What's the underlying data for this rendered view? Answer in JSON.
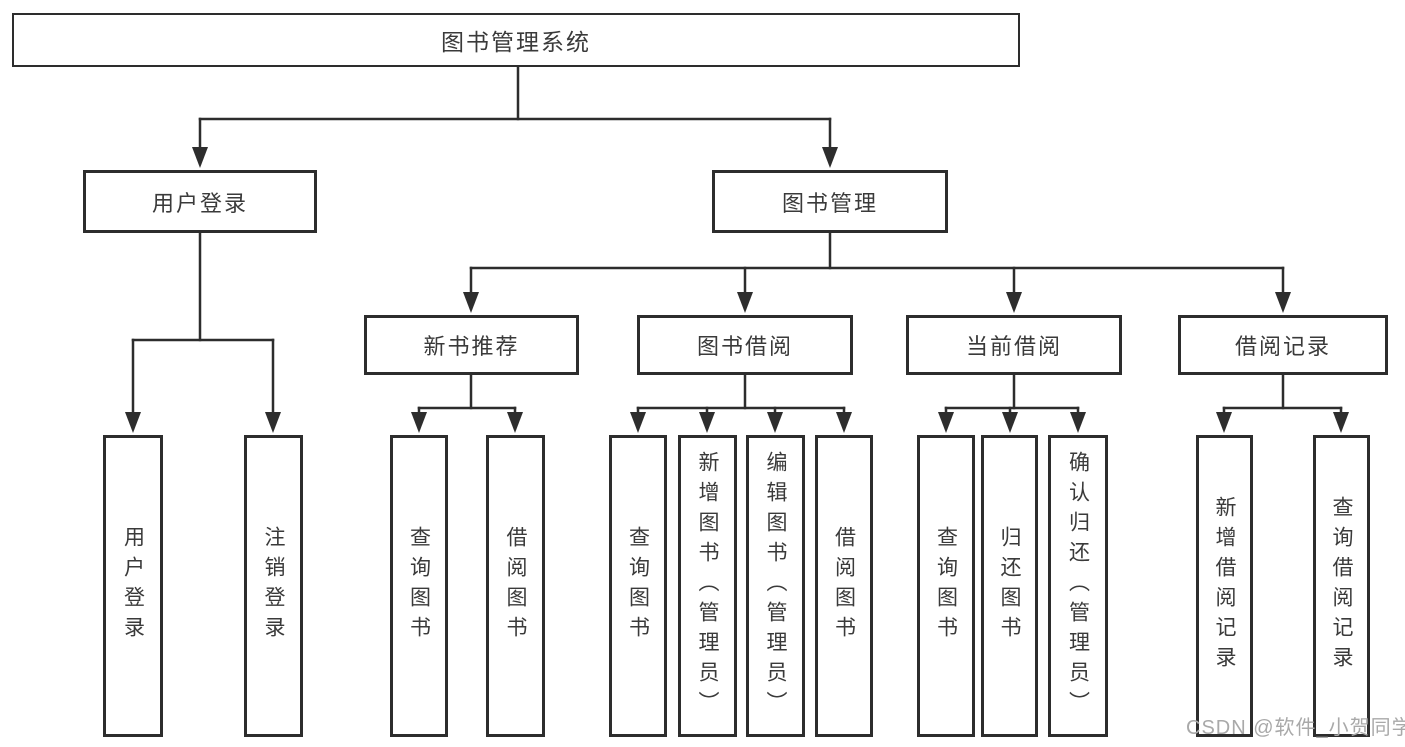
{
  "diagram_title": "图书管理系统",
  "tree": {
    "root": {
      "label": "图书管理系统"
    },
    "branches": [
      {
        "label": "用户登录",
        "children": [
          {
            "label": "用户登录"
          },
          {
            "label": "注销登录"
          }
        ]
      },
      {
        "label": "图书管理",
        "children": [
          {
            "label": "新书推荐",
            "children": [
              {
                "label": "查询图书"
              },
              {
                "label": "借阅图书"
              }
            ]
          },
          {
            "label": "图书借阅",
            "children": [
              {
                "label": "查询图书"
              },
              {
                "label": "新增图书（管理员）"
              },
              {
                "label": "编辑图书（管理员）"
              },
              {
                "label": "借阅图书"
              }
            ]
          },
          {
            "label": "当前借阅",
            "children": [
              {
                "label": "查询图书"
              },
              {
                "label": "归还图书"
              },
              {
                "label": "确认归还（管理员）"
              }
            ]
          },
          {
            "label": "借阅记录",
            "children": [
              {
                "label": "新增借阅记录"
              },
              {
                "label": "查询借阅记录"
              }
            ]
          }
        ]
      }
    ]
  },
  "watermark": {
    "text": "CSDN @软件_小贺同学"
  },
  "colors": {
    "line": "#2d2d2d",
    "box_border": "#2d2d2d",
    "text": "#3a3a3a",
    "watermark": "#a9a9a9",
    "background": "#ffffff"
  }
}
